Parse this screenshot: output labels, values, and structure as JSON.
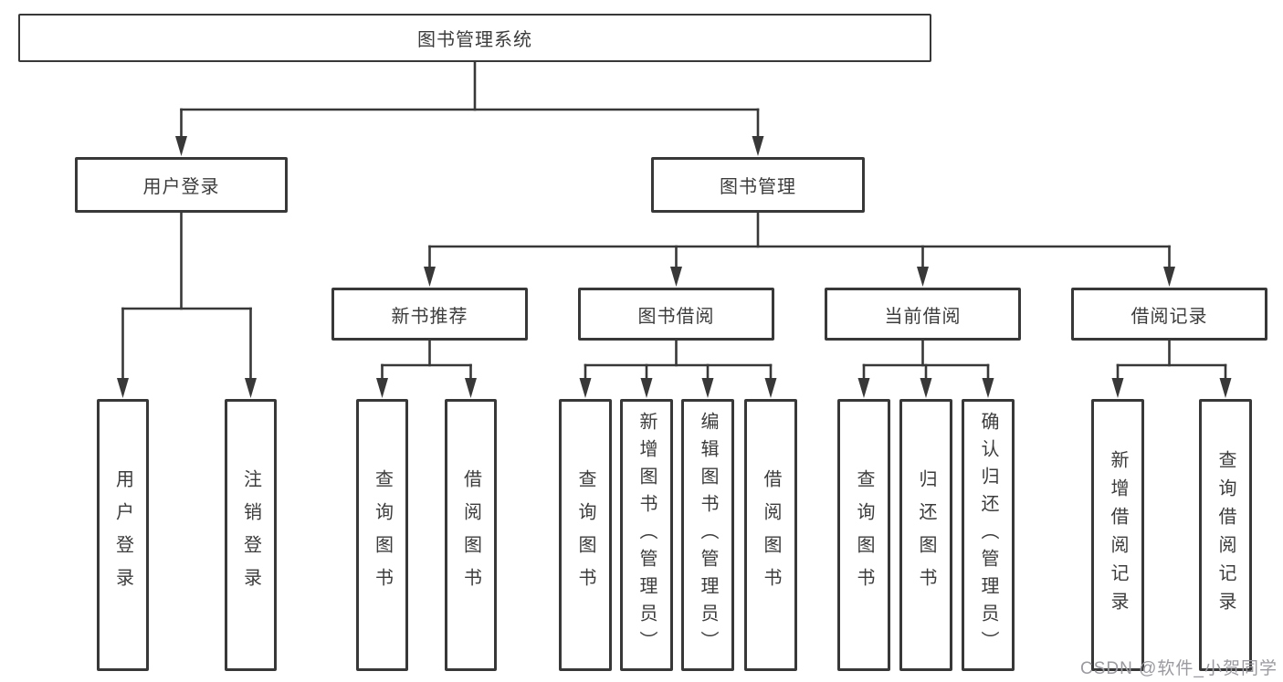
{
  "diagram": {
    "title": "图书管理系统",
    "watermark": "CSDN @软件_小贺同学",
    "colors": {
      "line": "#383838",
      "text": "#3c3c3c",
      "background": "#ffffff",
      "watermark": "#9a9aa0"
    },
    "nodes": [
      {
        "id": "root",
        "label": "图书管理系统",
        "parent": null,
        "orientation": "horizontal"
      },
      {
        "id": "user-login-group",
        "label": "用户登录",
        "parent": "root",
        "orientation": "horizontal"
      },
      {
        "id": "book-mgmt",
        "label": "图书管理",
        "parent": "root",
        "orientation": "horizontal"
      },
      {
        "id": "new-book-rec",
        "label": "新书推荐",
        "parent": "book-mgmt",
        "orientation": "horizontal"
      },
      {
        "id": "book-borrow",
        "label": "图书借阅",
        "parent": "book-mgmt",
        "orientation": "horizontal"
      },
      {
        "id": "current-borrow",
        "label": "当前借阅",
        "parent": "book-mgmt",
        "orientation": "horizontal"
      },
      {
        "id": "borrow-records",
        "label": "借阅记录",
        "parent": "book-mgmt",
        "orientation": "horizontal"
      },
      {
        "id": "leaf-user-login",
        "label": "用户登录",
        "parent": "user-login-group",
        "orientation": "vertical"
      },
      {
        "id": "leaf-logout",
        "label": "注销登录",
        "parent": "user-login-group",
        "orientation": "vertical"
      },
      {
        "id": "leaf-query-book-1",
        "label": "查询图书",
        "parent": "new-book-rec",
        "orientation": "vertical"
      },
      {
        "id": "leaf-borrow-book-1",
        "label": "借阅图书",
        "parent": "new-book-rec",
        "orientation": "vertical"
      },
      {
        "id": "leaf-query-book-2",
        "label": "查询图书",
        "parent": "book-borrow",
        "orientation": "vertical"
      },
      {
        "id": "leaf-add-book",
        "label": "新增图书（管理员）",
        "parent": "book-borrow",
        "orientation": "vertical"
      },
      {
        "id": "leaf-edit-book",
        "label": "编辑图书（管理员）",
        "parent": "book-borrow",
        "orientation": "vertical"
      },
      {
        "id": "leaf-borrow-book-2",
        "label": "借阅图书",
        "parent": "book-borrow",
        "orientation": "vertical"
      },
      {
        "id": "leaf-query-book-3",
        "label": "查询图书",
        "parent": "current-borrow",
        "orientation": "vertical"
      },
      {
        "id": "leaf-return-book",
        "label": "归还图书",
        "parent": "current-borrow",
        "orientation": "vertical"
      },
      {
        "id": "leaf-confirm-return",
        "label": "确认归还（管理员）",
        "parent": "current-borrow",
        "orientation": "vertical"
      },
      {
        "id": "leaf-add-record",
        "label": "新增借阅记录",
        "parent": "borrow-records",
        "orientation": "vertical"
      },
      {
        "id": "leaf-query-record",
        "label": "查询借阅记录",
        "parent": "borrow-records",
        "orientation": "vertical"
      }
    ]
  }
}
